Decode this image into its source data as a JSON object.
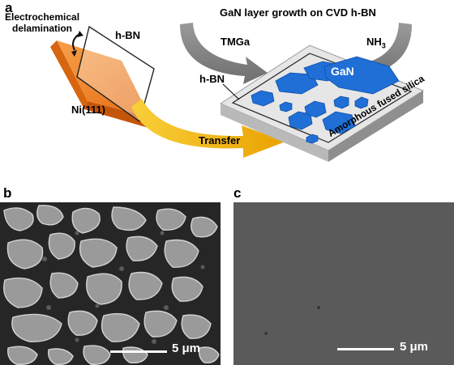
{
  "figure": {
    "panel_a": {
      "letter": "a",
      "title": "GaN layer growth on CVD h-BN",
      "electrochemical_delamination": [
        "Electrochemical",
        "delamination"
      ],
      "hbn_top": "h-BN",
      "ni_label": "Ni(111)",
      "transfer_label": "Transfer",
      "tmga_label": "TMGa",
      "nh3_label": "NH",
      "nh3_sub": "3",
      "hbn_substrate_label": "h-BN",
      "gan_label": "GaN",
      "substrate_label": "Amorphous fused silica",
      "colors": {
        "nickel": "#f0801e",
        "arrow_yellow": "#f5b800",
        "gan_blue": "#1f6fd6",
        "gray_arrow": "#8a8a8a"
      }
    },
    "panel_b": {
      "letter": "b",
      "scale_label": "5 μm"
    },
    "panel_c": {
      "letter": "c",
      "scale_label": "5 μm"
    }
  }
}
